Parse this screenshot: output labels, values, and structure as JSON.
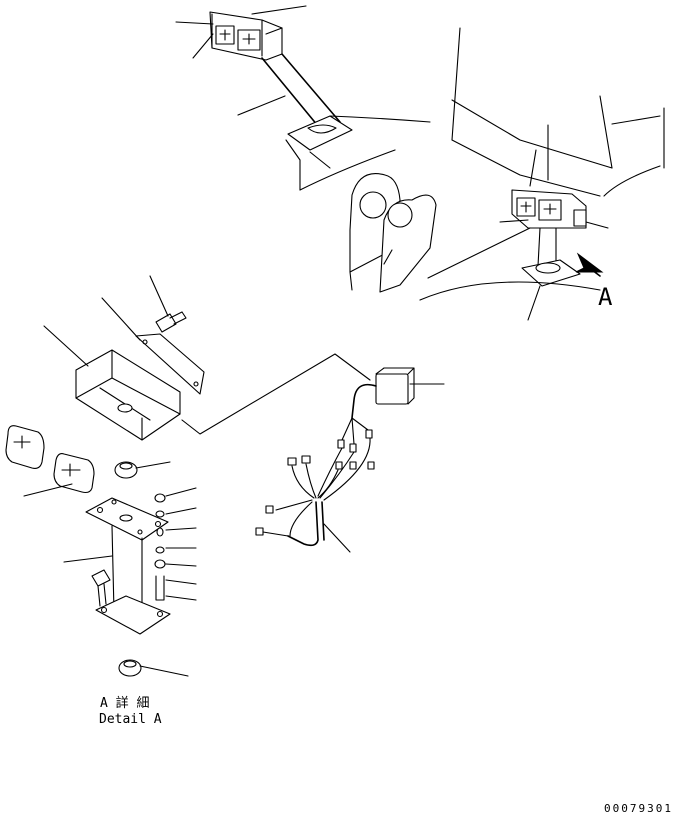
{
  "view_marker": "A",
  "detail_caption": {
    "japanese": "A 詳 細",
    "english": "Detail A"
  },
  "drawing_number": "00079301"
}
